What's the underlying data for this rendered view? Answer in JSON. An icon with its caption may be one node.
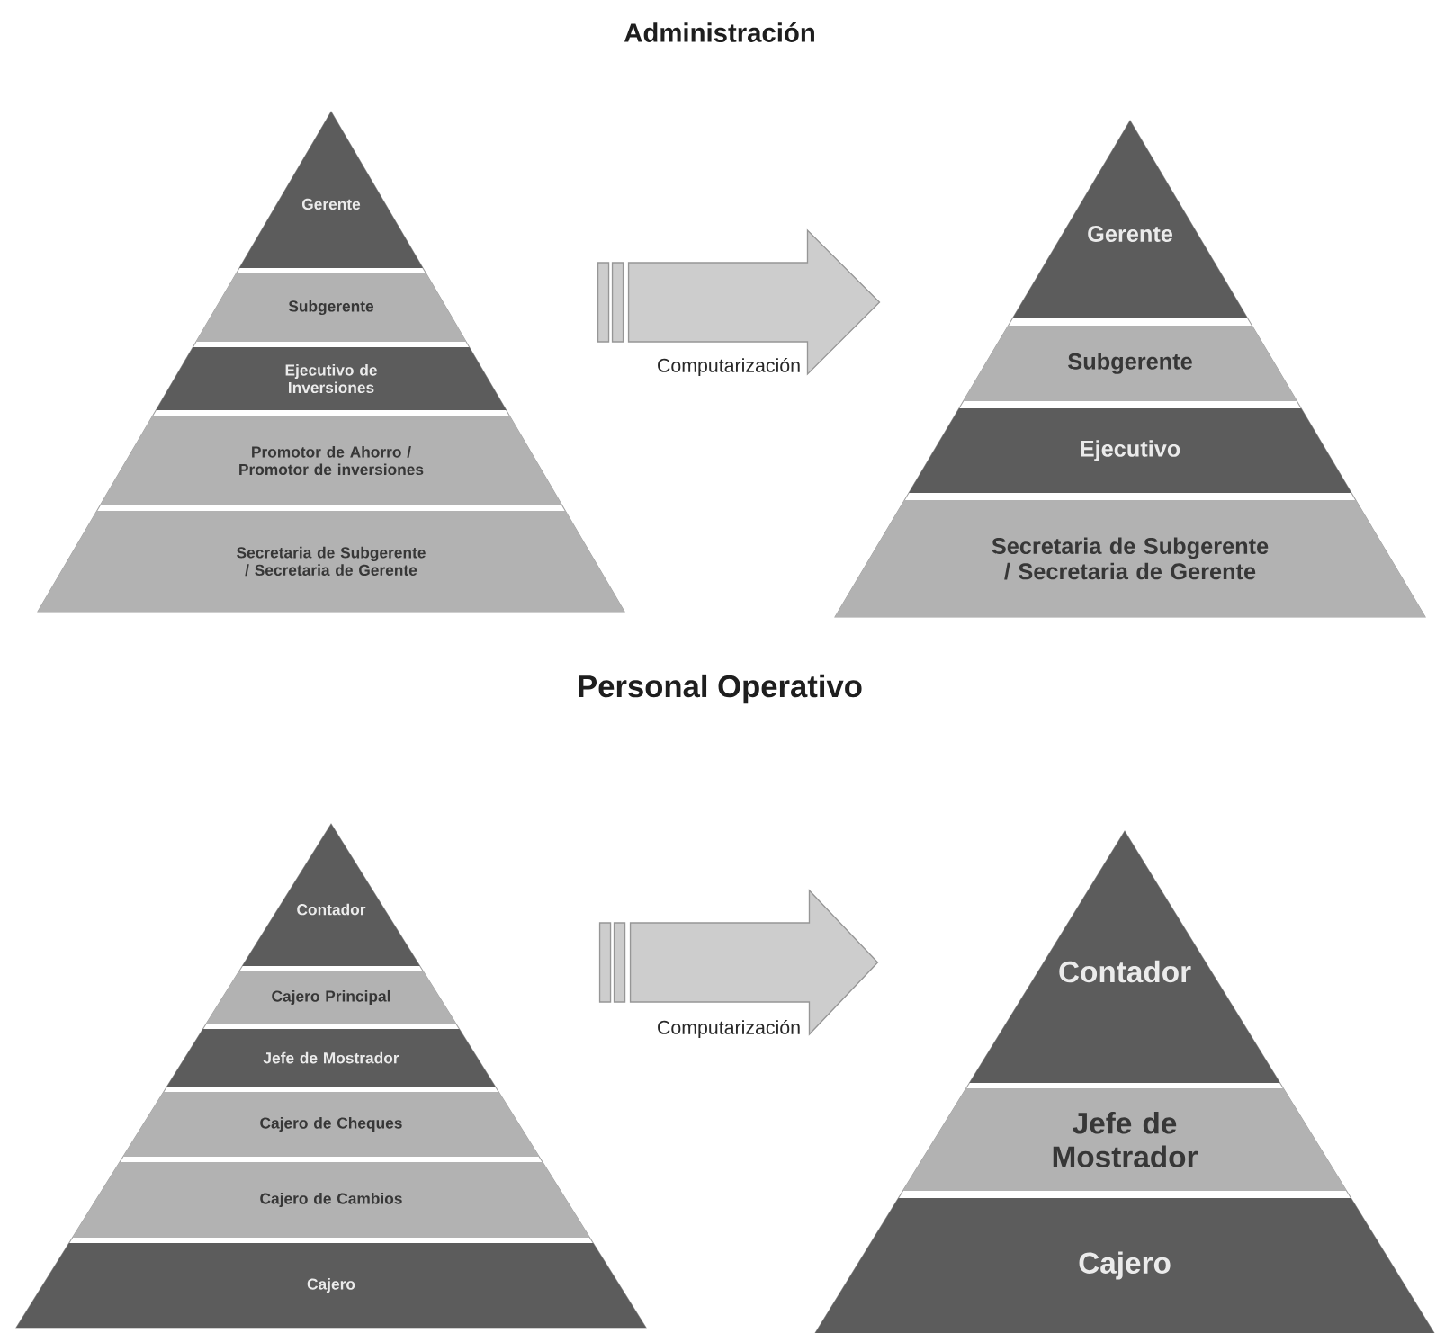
{
  "diagram": {
    "nodes": [
      {
        "text": [],
        "shape": "triangle"
      },
      {
        "text": [
          "Gerente"
        ],
        "in": 0
      },
      {
        "text": [
          "Subgerente"
        ],
        "in": 0
      },
      {
        "text": [
          "Ejecutivo de Inversiones"
        ],
        "in": 0
      },
      {
        "text": [
          "Promotor de Ahorro / Promotor de inversiones"
        ],
        "in": 0
      },
      {
        "text": [
          "Secretaria de Subgerente / Secretaria de Gerente"
        ],
        "in": 0
      },
      {
        "text": [],
        "shape": "triangle"
      },
      {
        "text": [
          "Gerente"
        ],
        "in": 6
      },
      {
        "text": [
          "Subgerente"
        ],
        "in": 6
      },
      {
        "text": [
          "Ejecutivo"
        ],
        "in": 6
      },
      {
        "text": [
          "Secretaria de Subgerente / Secretaria de Gerente"
        ],
        "in": 6
      },
      {
        "text": [],
        "shape": "triangle"
      },
      {
        "text": [
          "Contador"
        ],
        "in": 11
      },
      {
        "text": [
          "Cajero Principal"
        ],
        "in": 11
      },
      {
        "text": [
          "Jefe de Mostrador"
        ],
        "in": 11
      },
      {
        "text": [
          "Cajero de Cheques"
        ],
        "in": 11
      },
      {
        "text": [
          "Cajero de Cambios"
        ],
        "in": 11
      },
      {
        "text": [
          "Cajero"
        ],
        "in": 11
      },
      {
        "text": [],
        "shape": "triangle"
      },
      {
        "text": [
          "Contador"
        ],
        "in": 18
      },
      {
        "text": [
          "Jefe de Mostrador"
        ],
        "in": 18
      },
      {
        "text": [
          "Cajero"
        ],
        "in": 18
      }
    ],
    "edges": [
      {
        "from": 0,
        "to": 6,
        "arrow": "to",
        "label": "Computarización"
      },
      {
        "from": 11,
        "to": 18,
        "arrow": "to",
        "label": "Computarización"
      }
    ],
    "labels": [
      "Administración",
      "Personal Operativo"
    ]
  }
}
